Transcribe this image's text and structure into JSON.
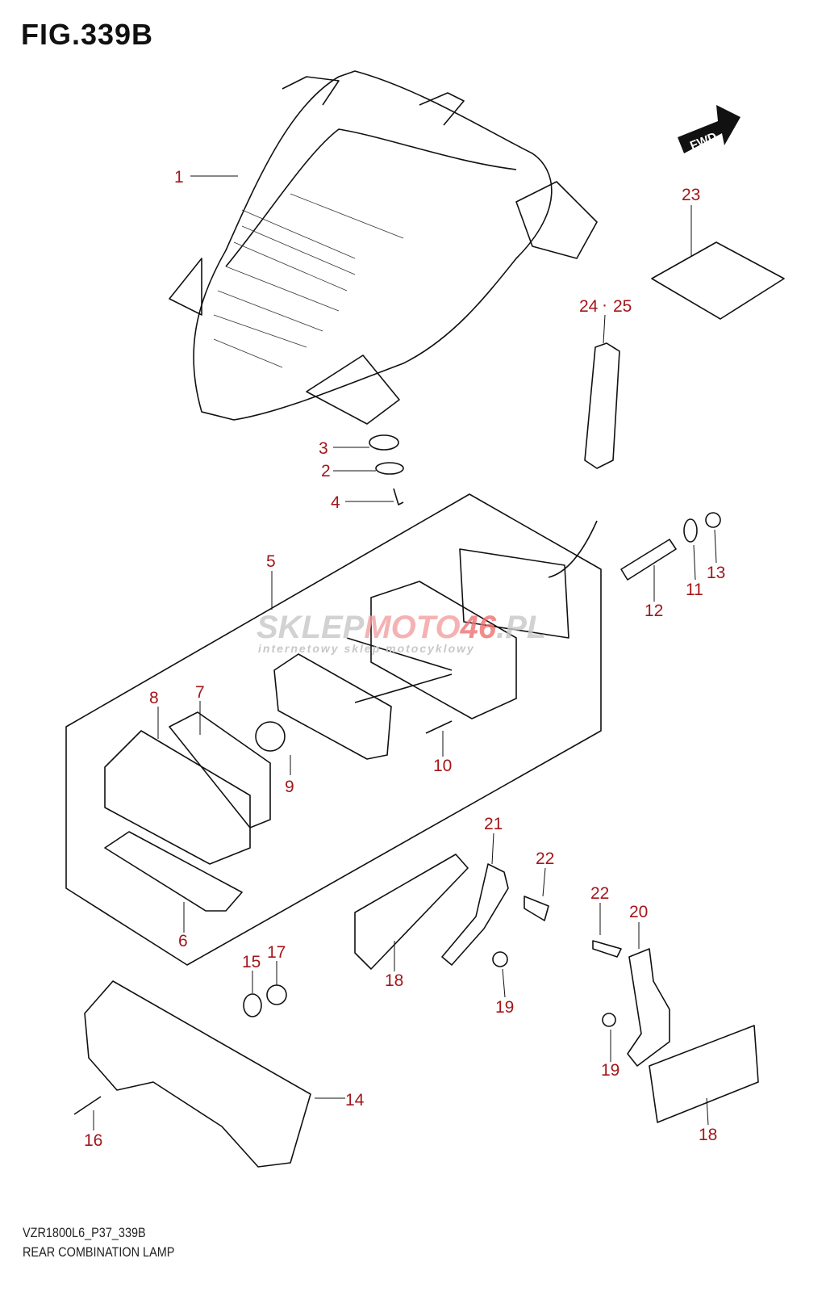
{
  "figure": {
    "title": "FIG.339B",
    "code": "VZR1800L6_P37_339B",
    "name": "REAR COMBINATION LAMP"
  },
  "fwd_badge": "FWD",
  "watermark": {
    "brand_left": "SKLEP",
    "brand_mid": "MOTO",
    "brand_num": "46",
    "brand_tld": ".PL",
    "tagline": "internetowy sklep motocyklowy"
  },
  "labels": [
    "1",
    "2",
    "3",
    "4",
    "5",
    "6",
    "7",
    "8",
    "9",
    "10",
    "11",
    "12",
    "13",
    "14",
    "15",
    "16",
    "17",
    "18",
    "19",
    "19",
    "20",
    "21",
    "22",
    "22",
    "23",
    "24",
    "25",
    "18"
  ],
  "colors": {
    "label": "#a3161a",
    "line": "#111111",
    "watermark_accent": "#f07070"
  }
}
